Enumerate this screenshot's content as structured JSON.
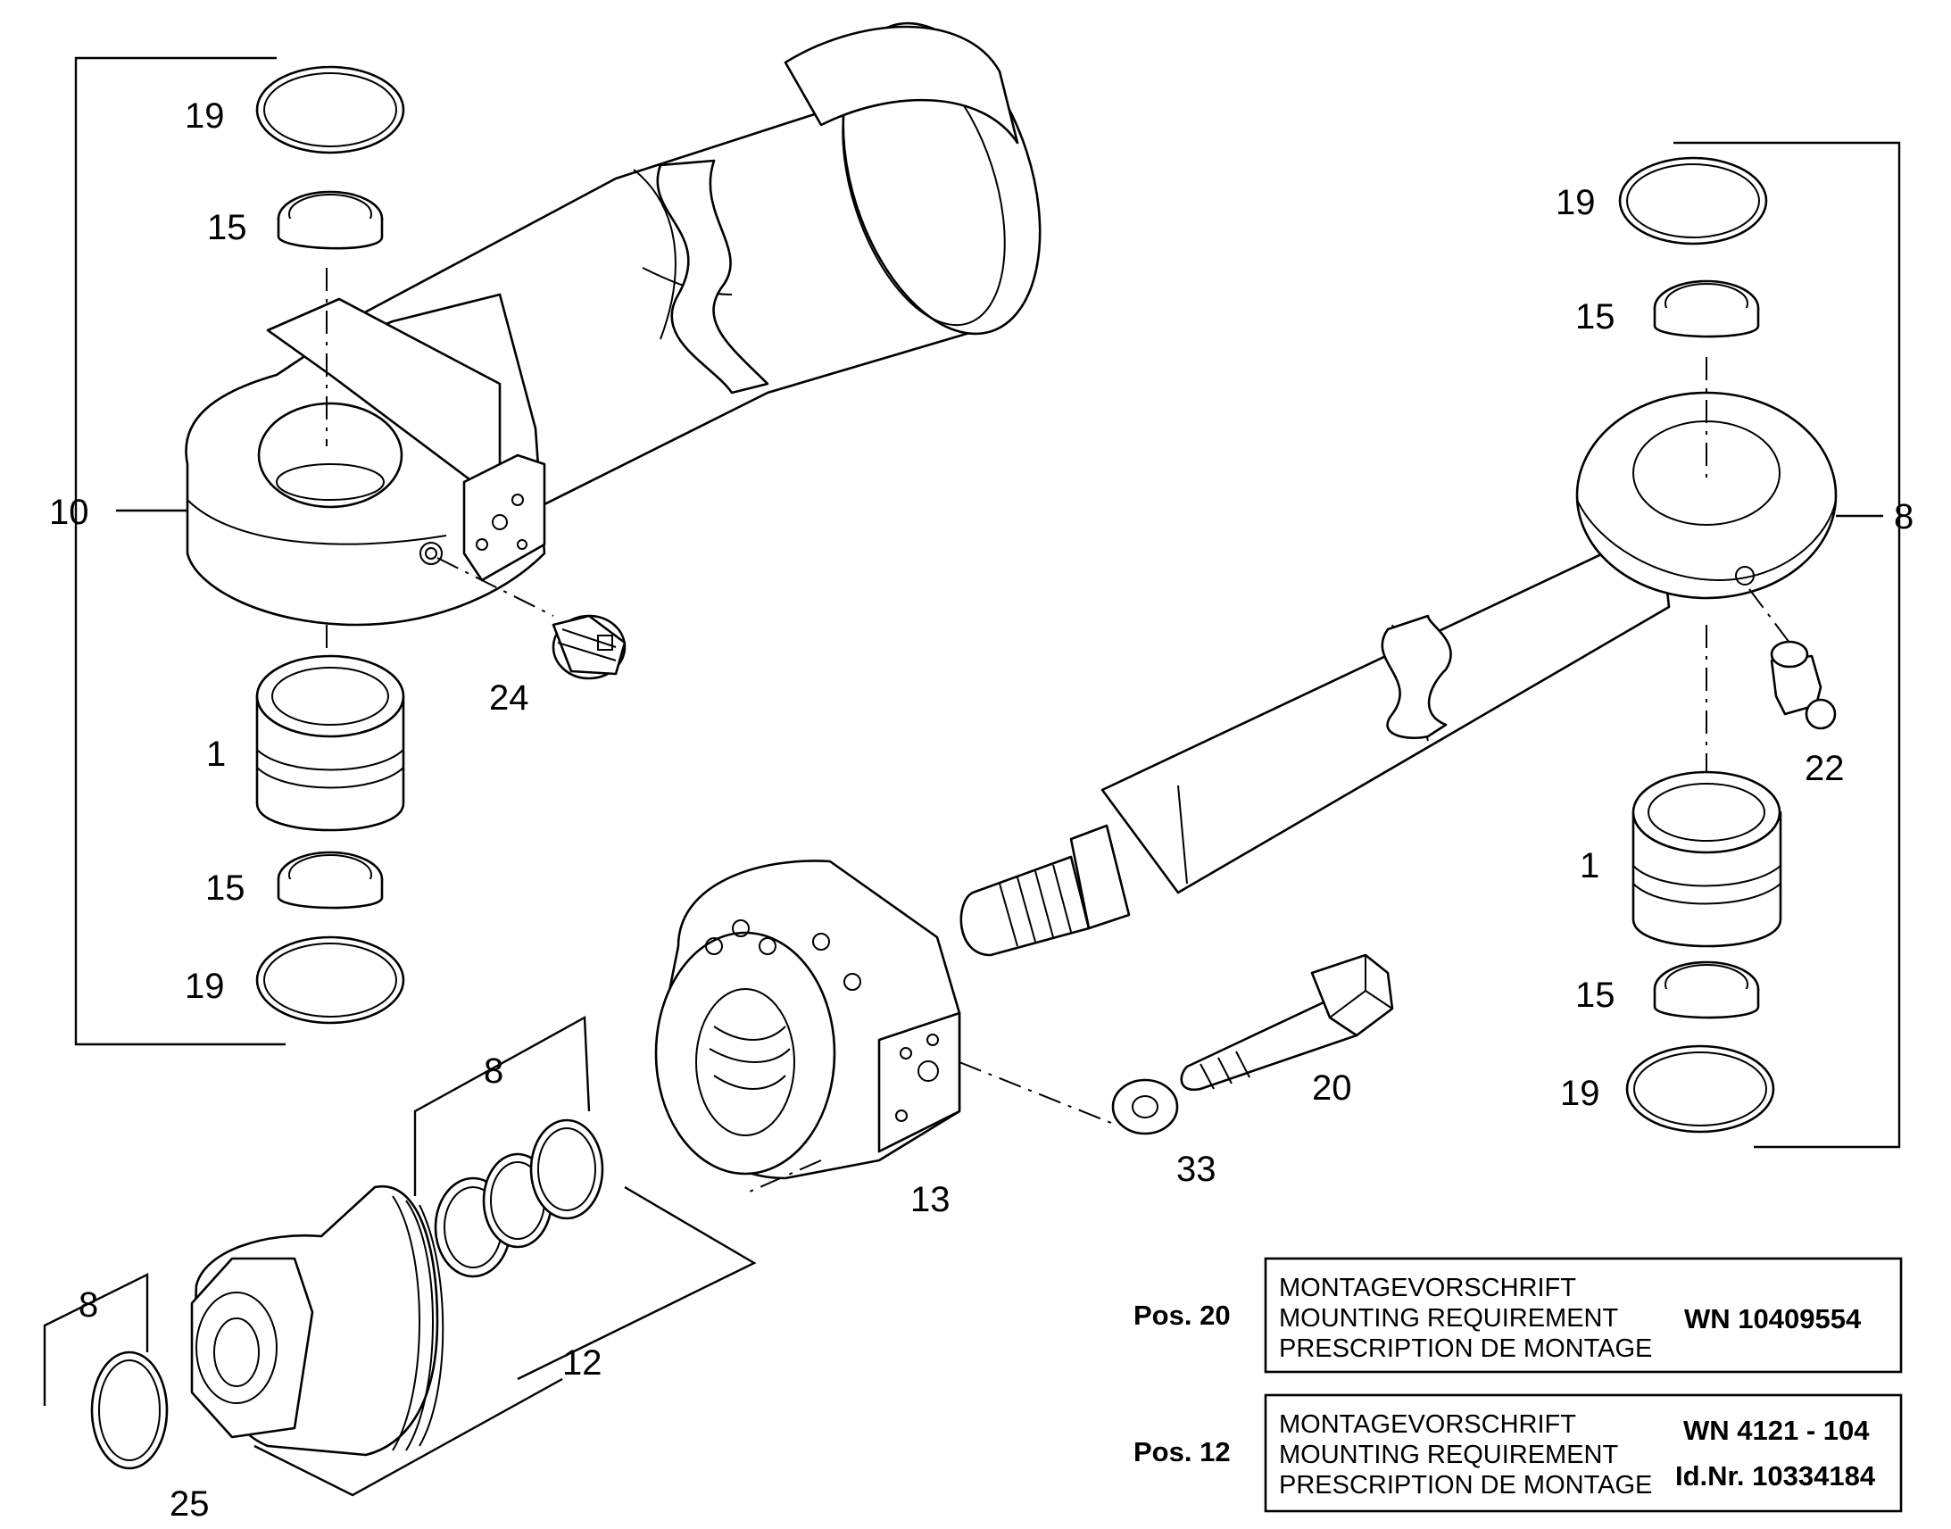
{
  "callouts": {
    "left_assembly": "10",
    "right_assembly": "8",
    "circlip_top_left": "19",
    "ring_top_left": "15",
    "bearing_left": "1",
    "ring_bottom_left": "15",
    "circlip_bottom_left": "19",
    "plug": "24",
    "circlip_top_right": "19",
    "ring_top_right": "15",
    "grease_nipple": "22",
    "bearing_right": "1",
    "ring_bottom_right": "15",
    "circlip_bottom_right": "19",
    "bolt": "20",
    "washer": "33",
    "head": "13",
    "seal_set_label": "8",
    "piston": "12",
    "small_set_label": "8",
    "retaining_ring": "25"
  },
  "notes": [
    {
      "pos": "Pos. 20",
      "lines": [
        "MONTAGEVORSCHRIFT",
        "MOUNTING REQUIREMENT",
        "PRESCRIPTION DE MONTAGE"
      ],
      "ref1": "WN 10409554",
      "ref2": ""
    },
    {
      "pos": "Pos. 12",
      "lines": [
        "MONTAGEVORSCHRIFT",
        "MOUNTING REQUIREMENT",
        "PRESCRIPTION DE MONTAGE"
      ],
      "ref1": "WN 4121 - 104",
      "ref2": "Id.Nr. 10334184"
    }
  ]
}
